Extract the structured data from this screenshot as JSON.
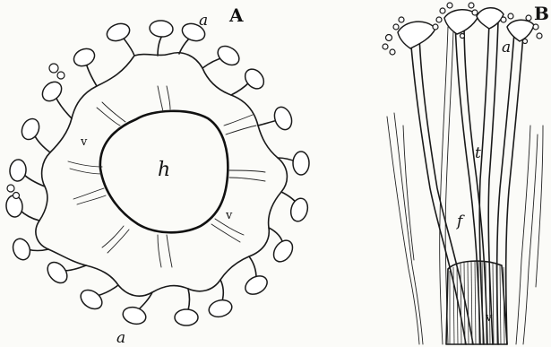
{
  "figure_a": {
    "panel_label": "A",
    "label_top": "a",
    "label_bottom": "a",
    "label_center": "h",
    "label_v_left": "v",
    "label_v_right": "v"
  },
  "figure_b": {
    "panel_label": "B",
    "label_a": "a",
    "label_t": "t",
    "label_f": "f",
    "label_v": "v"
  }
}
